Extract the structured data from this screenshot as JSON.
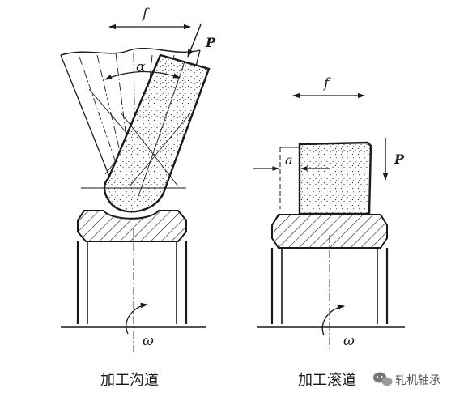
{
  "left_diagram": {
    "feed_label": "f",
    "force_label": "P",
    "angle_label": "α",
    "rotation_label": "ω",
    "caption": "加工沟道"
  },
  "right_diagram": {
    "feed_label": "f",
    "force_label": "P",
    "offset_label": "a",
    "rotation_label": "ω",
    "caption": "加工滚道"
  },
  "watermark": {
    "text": "轧机轴承",
    "icon": "wechat-bubble-icon"
  },
  "colors": {
    "ink": "#1a1a1a",
    "paper": "#ffffff"
  }
}
